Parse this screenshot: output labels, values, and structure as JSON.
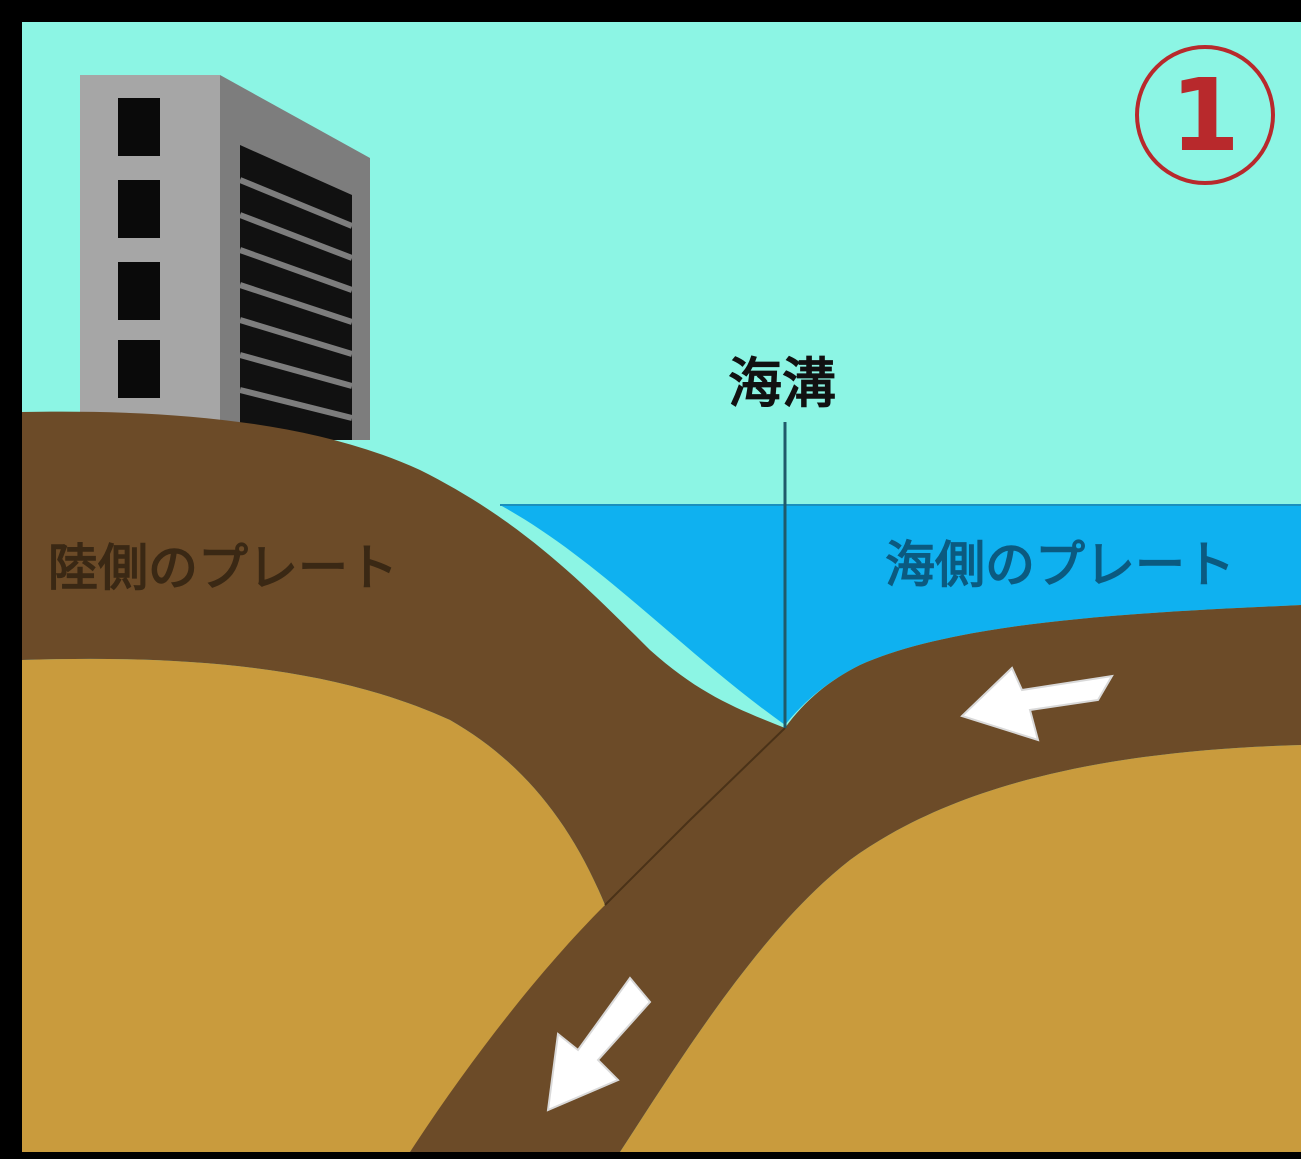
{
  "diagram": {
    "step_number": "1",
    "trench_label": "海溝",
    "land_plate_label": "陸側のプレート",
    "ocean_plate_label": "海側のプレート",
    "colors": {
      "frame": "#000000",
      "sky": "#8cf5e4",
      "sea": "#0fb1f0",
      "plate": "#6c4b28",
      "mantle": "#c99b3d",
      "building_front": "#a6a6a6",
      "building_side": "#7d7d7d",
      "window": "#0a0a0a",
      "arrow": "#ffffff",
      "step_circle": "#b8292c"
    },
    "icons": {
      "building": "building-icon",
      "arrow_ocean": "arrow-left-icon",
      "arrow_subduct": "arrow-down-left-icon"
    }
  }
}
